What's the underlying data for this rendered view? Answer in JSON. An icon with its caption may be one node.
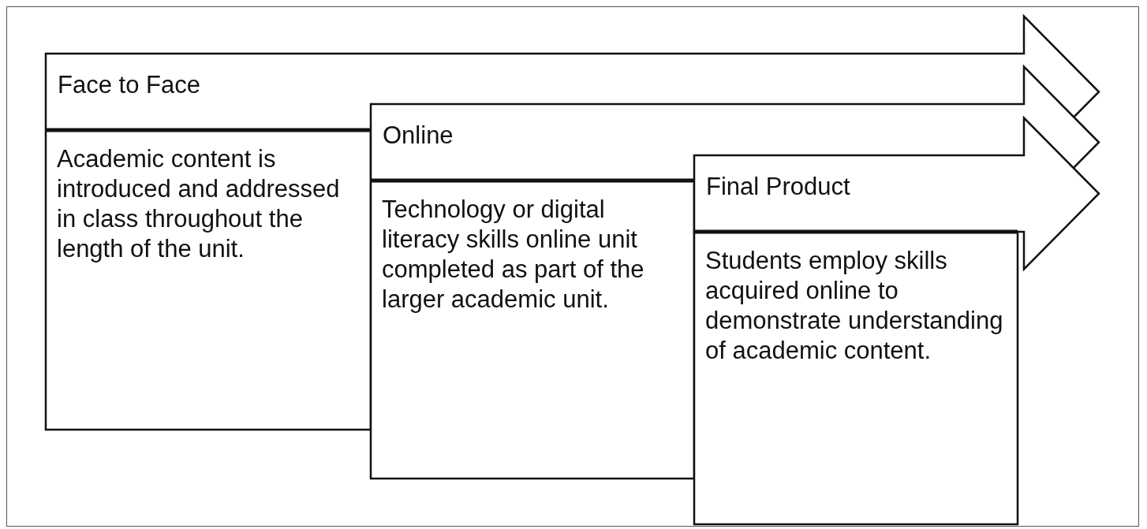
{
  "diagram": {
    "nodes": [
      {
        "text": [
          "Face to Face",
          "Academic content is introduced and addressed in class throughout the length of the unit."
        ]
      },
      {
        "text": [
          "Online",
          "Technology or digital literacy skills online unit completed as part of the larger academic unit."
        ]
      },
      {
        "text": [
          "Final Product",
          "Students employ skills acquired online to demonstrate understanding of academic content."
        ]
      }
    ]
  }
}
